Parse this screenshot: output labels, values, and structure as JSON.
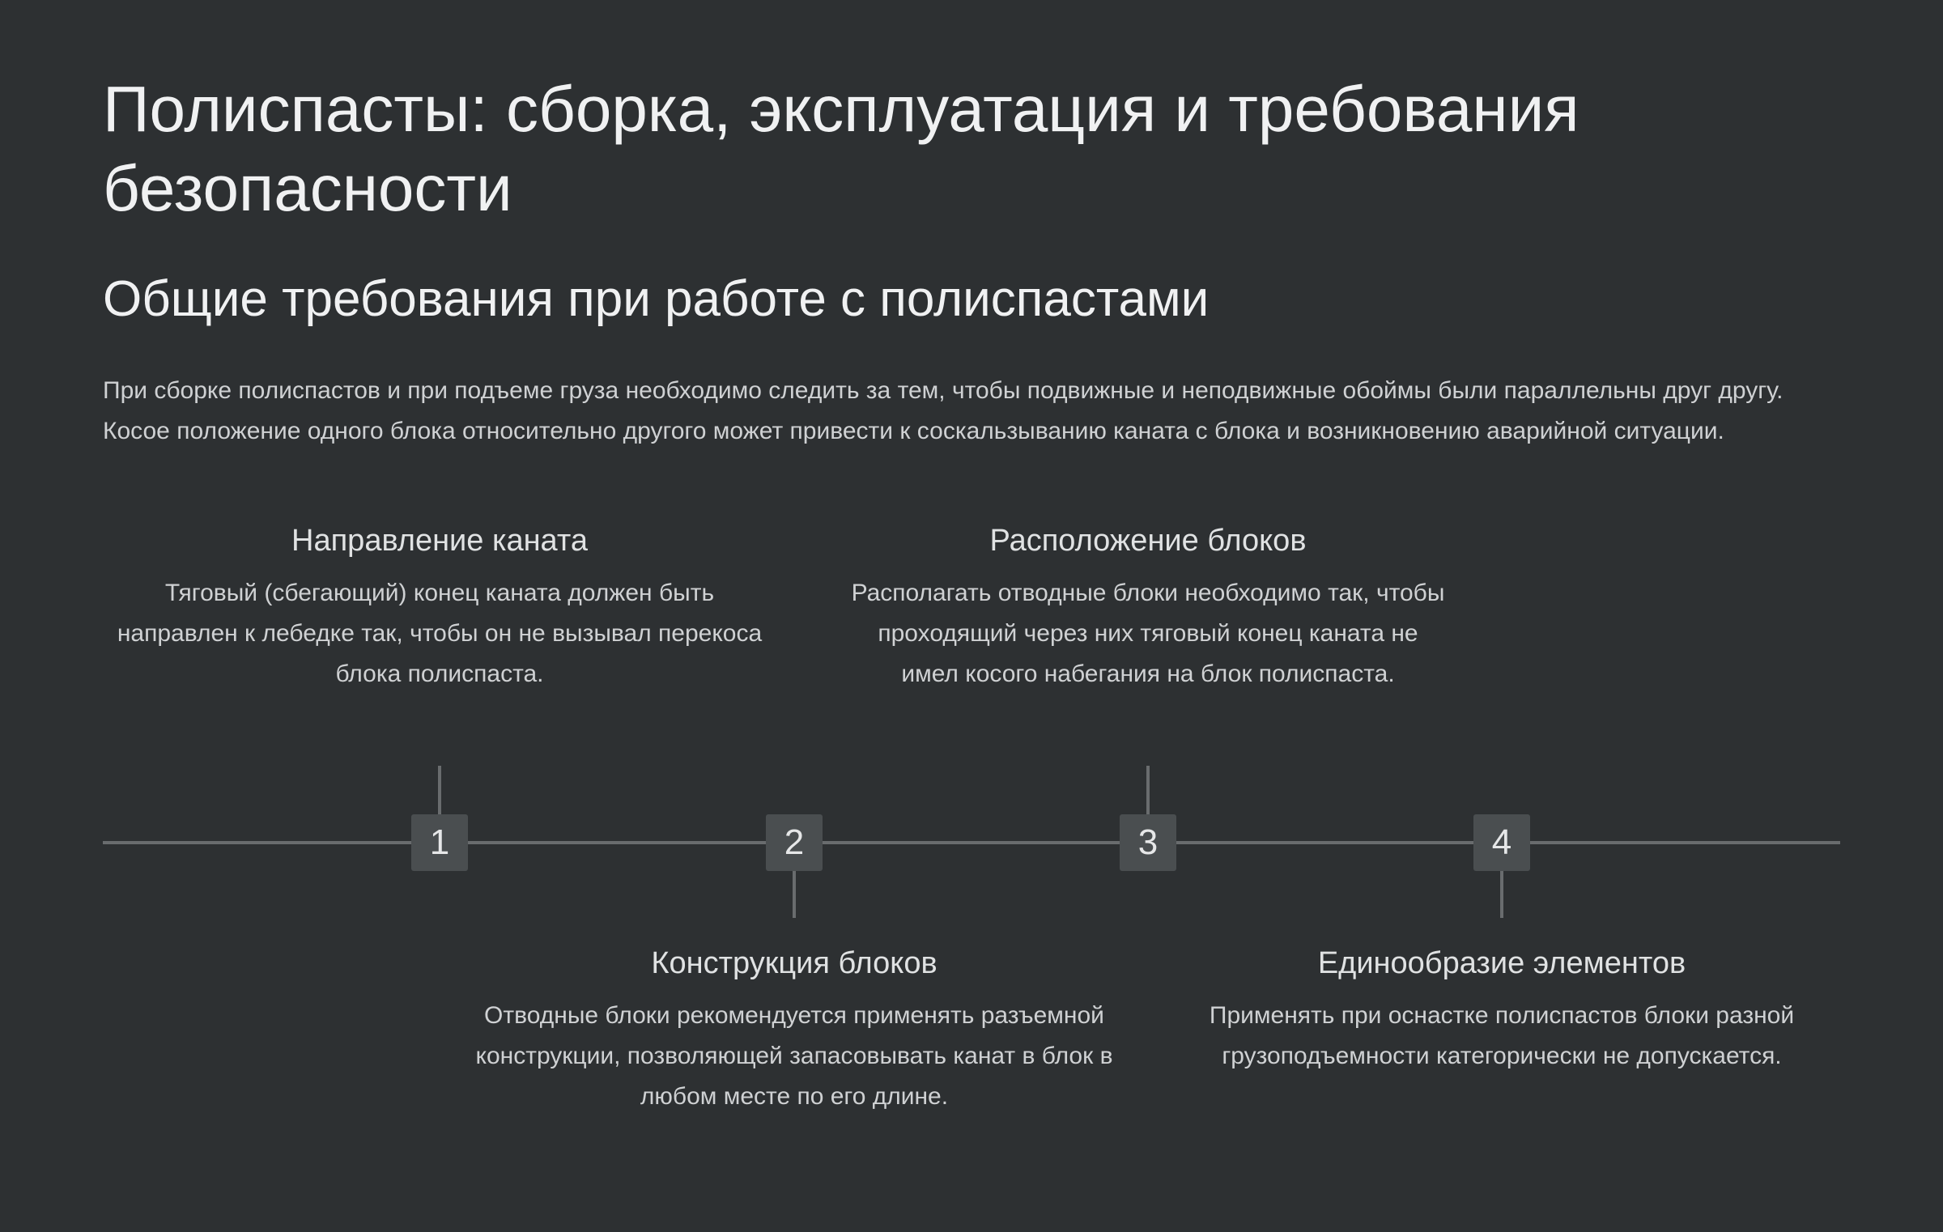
{
  "title": "Полиспасты: сборка, эксплуатация и требования безопасности",
  "subtitle": "Общие требования при работе с полиспастами",
  "intro": "При сборке полиспастов и при подъеме груза необходимо следить за тем, чтобы подвижные и неподвижные обоймы были параллельны друг другу. Косое положение одного блока относительно другого может привести к соскальзыванию каната с блока и возникновению аварийной ситуации.",
  "timeline": [
    {
      "number": "1",
      "title": "Направление каната",
      "text": "Тяговый (сбегающий) конец каната должен быть направлен к лебедке так, чтобы он не вызывал перекоса блока полиспаста."
    },
    {
      "number": "2",
      "title": "Конструкция блоков",
      "text": "Отводные блоки рекомендуется применять разъемной конструкции, позволяющей запасовывать канат в блок в любом месте по его длине."
    },
    {
      "number": "3",
      "title": "Расположение блоков",
      "text": "Располагать отводные блоки необходимо так, чтобы проходящий через них тяговый конец каната не имел косого набегания на блок полиспаста."
    },
    {
      "number": "4",
      "title": "Единообразие элементов",
      "text": "Применять при оснастке полиспастов блоки разной грузоподъемности категорически не допускается."
    }
  ]
}
